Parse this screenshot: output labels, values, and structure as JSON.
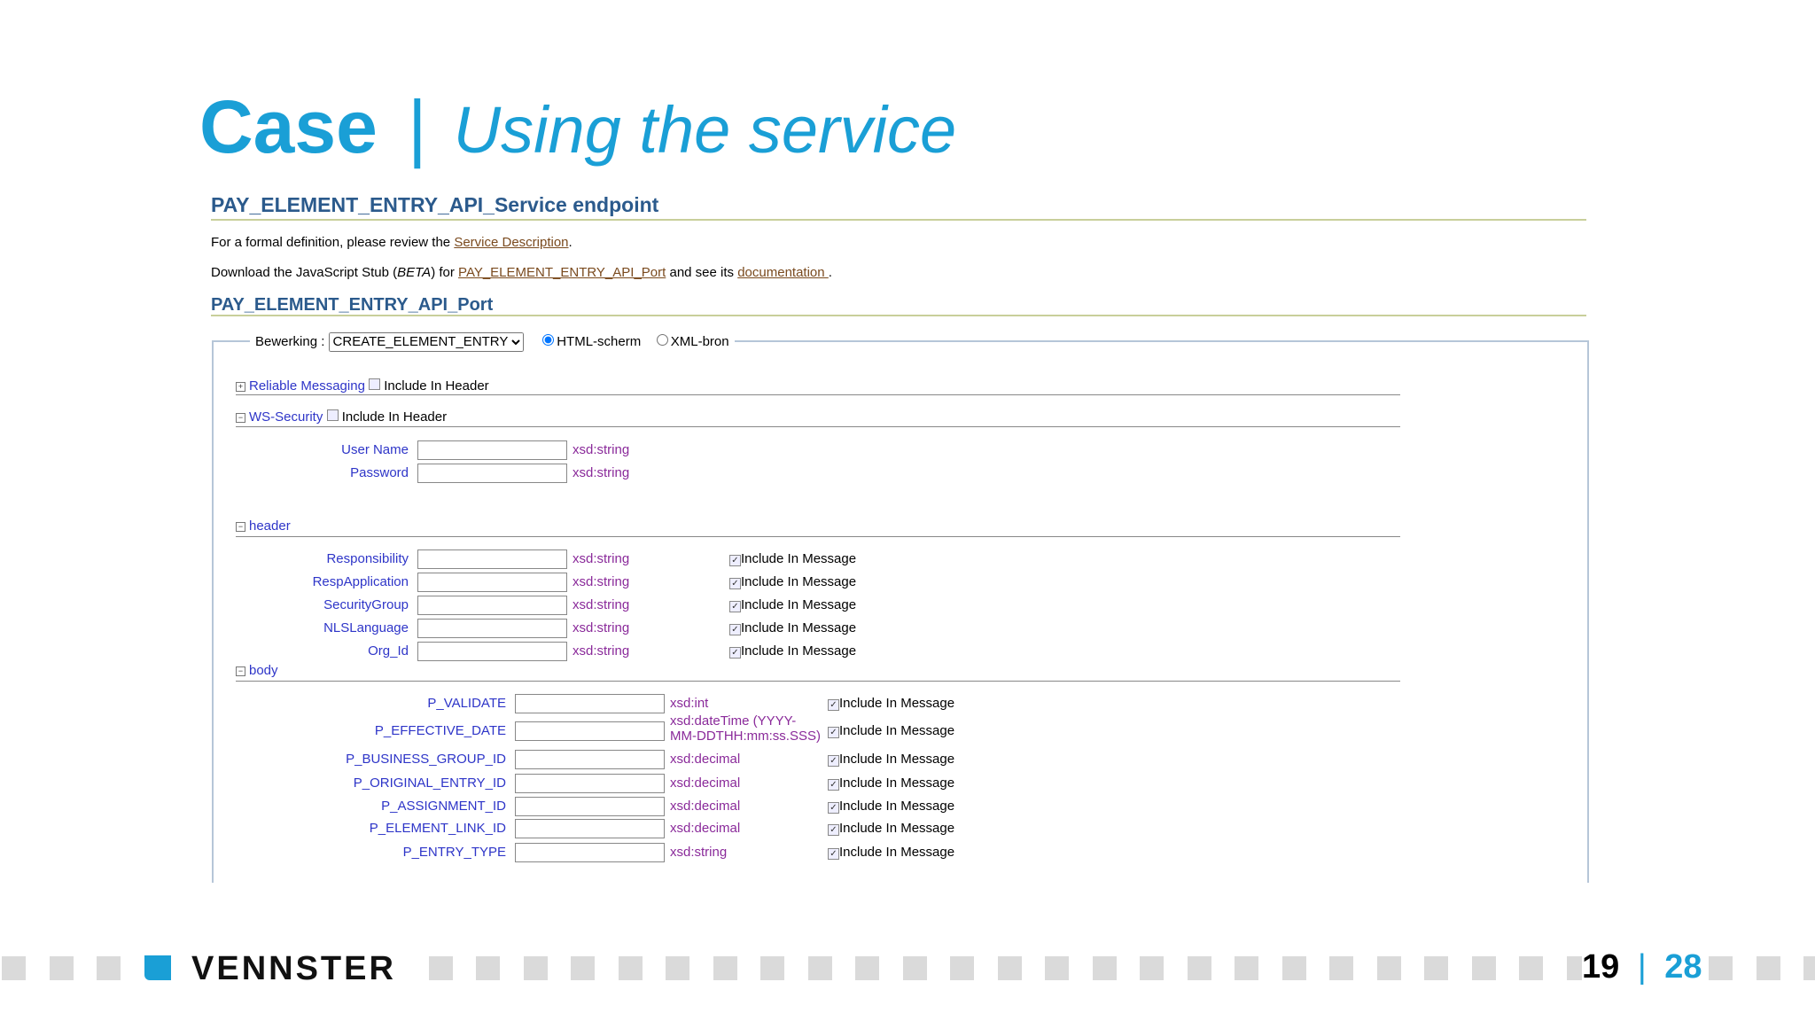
{
  "slide": {
    "title": "Case",
    "separator": "|",
    "subtitle": "Using the service",
    "brand": "VENNSTER",
    "page": "19",
    "total": "28",
    "accent": "#1a9fd6"
  },
  "page": {
    "heading": "PAY_ELEMENT_ENTRY_API_Service endpoint",
    "p1_text": "For a formal definition, please review the ",
    "p1_link": "Service Description",
    "p1_end": ".",
    "p2_a": "Download the JavaScript Stub (",
    "p2_beta": "BETA",
    "p2_b": ") for ",
    "p2_link1": "PAY_ELEMENT_ENTRY_API_Port",
    "p2_c": " and see its ",
    "p2_link2": "documentation ",
    "p2_end": ".",
    "port_heading": "PAY_ELEMENT_ENTRY_API_Port",
    "operation_label": "Bewerking :",
    "operation_value": "CREATE_ELEMENT_ENTRY",
    "radio_html": "HTML-scherm",
    "radio_xml": "XML-bron",
    "reliable": "Reliable Messaging",
    "include_header": "Include In Header",
    "wssec": "WS-Security",
    "header_section": "header",
    "body_section": "body",
    "include_msg": "Include In Message"
  },
  "ws_fields": [
    {
      "label": "User Name",
      "type": "xsd:string"
    },
    {
      "label": "Password",
      "type": "xsd:string"
    }
  ],
  "header_fields": [
    {
      "label": "Responsibility",
      "type": "xsd:string"
    },
    {
      "label": "RespApplication",
      "type": "xsd:string"
    },
    {
      "label": "SecurityGroup",
      "type": "xsd:string"
    },
    {
      "label": "NLSLanguage",
      "type": "xsd:string"
    },
    {
      "label": "Org_Id",
      "type": "xsd:string"
    }
  ],
  "body_fields": [
    {
      "label": "P_VALIDATE",
      "type": "xsd:int"
    },
    {
      "label": "P_EFFECTIVE_DATE",
      "type": "xsd:dateTime (YYYY-\nMM-DDTHH:mm:ss.SSS)"
    },
    {
      "label": "P_BUSINESS_GROUP_ID",
      "type": "xsd:decimal"
    },
    {
      "label": "P_ORIGINAL_ENTRY_ID",
      "type": "xsd:decimal"
    },
    {
      "label": "P_ASSIGNMENT_ID",
      "type": "xsd:decimal"
    },
    {
      "label": "P_ELEMENT_LINK_ID",
      "type": "xsd:decimal"
    },
    {
      "label": "P_ENTRY_TYPE",
      "type": "xsd:string"
    }
  ]
}
